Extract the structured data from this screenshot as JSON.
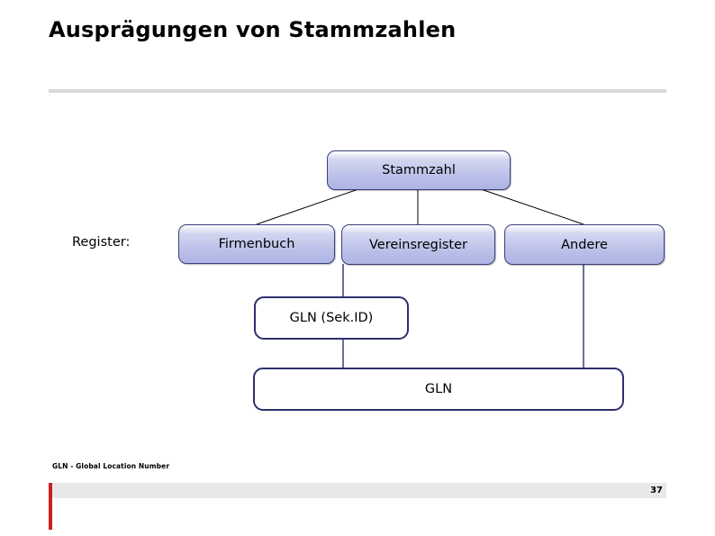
{
  "slide": {
    "title": "Ausprägungen von Stammzahlen",
    "page_number": "37",
    "footnote": "GLN - Global Location Number",
    "register_label": "Register:",
    "accent_color": "#cc1f1f",
    "rule_color": "#d9d9d9"
  },
  "diagram": {
    "type": "tree",
    "nodes": [
      {
        "id": "stammzahl",
        "label": "Stammzahl",
        "style": "filled"
      },
      {
        "id": "firmenbuch",
        "label": "Firmenbuch",
        "style": "filled"
      },
      {
        "id": "vereinsregister",
        "label": "Vereinsregister",
        "style": "filled"
      },
      {
        "id": "andere",
        "label": "Andere",
        "style": "filled"
      },
      {
        "id": "gln-sekid",
        "label": "GLN (Sek.ID)",
        "style": "plain"
      },
      {
        "id": "gln",
        "label": "GLN",
        "style": "plain"
      }
    ],
    "edges": [
      {
        "from": "stammzahl",
        "to": "firmenbuch"
      },
      {
        "from": "stammzahl",
        "to": "vereinsregister"
      },
      {
        "from": "stammzahl",
        "to": "andere"
      },
      {
        "from": "vereinsregister",
        "to": "gln-sekid"
      },
      {
        "from": "gln-sekid",
        "to": "gln"
      },
      {
        "from": "andere",
        "to": "gln"
      }
    ]
  }
}
